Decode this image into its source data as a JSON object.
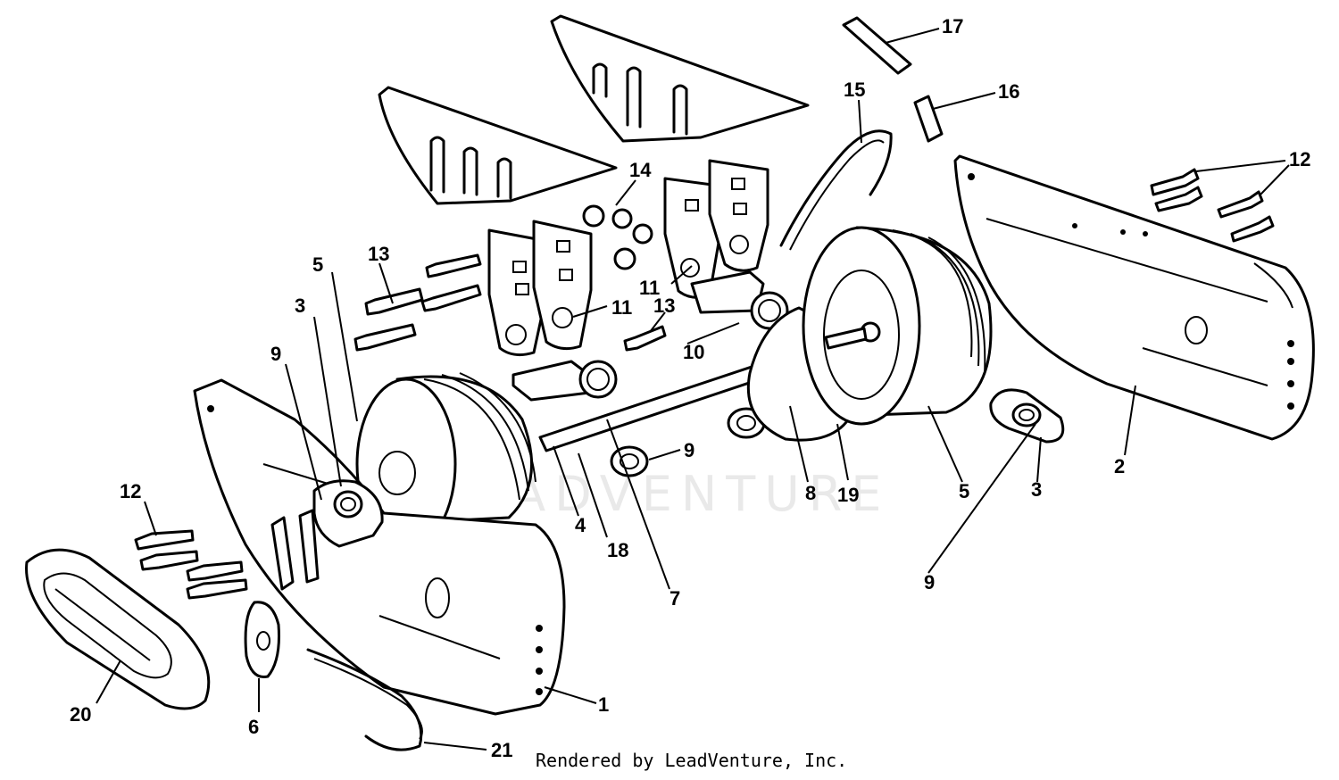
{
  "watermark": "LEADVENTURE",
  "credit": "Rendered by LeadVenture, Inc.",
  "callouts": [
    {
      "id": "1",
      "label": "1"
    },
    {
      "id": "2",
      "label": "2"
    },
    {
      "id": "3a",
      "label": "3"
    },
    {
      "id": "3b",
      "label": "3"
    },
    {
      "id": "4",
      "label": "4"
    },
    {
      "id": "5a",
      "label": "5"
    },
    {
      "id": "5b",
      "label": "5"
    },
    {
      "id": "6",
      "label": "6"
    },
    {
      "id": "7",
      "label": "7"
    },
    {
      "id": "8",
      "label": "8"
    },
    {
      "id": "9a",
      "label": "9"
    },
    {
      "id": "9b",
      "label": "9"
    },
    {
      "id": "9c",
      "label": "9"
    },
    {
      "id": "10",
      "label": "10"
    },
    {
      "id": "11a",
      "label": "11"
    },
    {
      "id": "11b",
      "label": "11"
    },
    {
      "id": "12a",
      "label": "12"
    },
    {
      "id": "12b",
      "label": "12"
    },
    {
      "id": "13a",
      "label": "13"
    },
    {
      "id": "13b",
      "label": "13"
    },
    {
      "id": "14",
      "label": "14"
    },
    {
      "id": "15",
      "label": "15"
    },
    {
      "id": "16",
      "label": "16"
    },
    {
      "id": "17",
      "label": "17"
    },
    {
      "id": "18",
      "label": "18"
    },
    {
      "id": "19",
      "label": "19"
    },
    {
      "id": "20",
      "label": "20"
    },
    {
      "id": "21",
      "label": "21"
    }
  ]
}
